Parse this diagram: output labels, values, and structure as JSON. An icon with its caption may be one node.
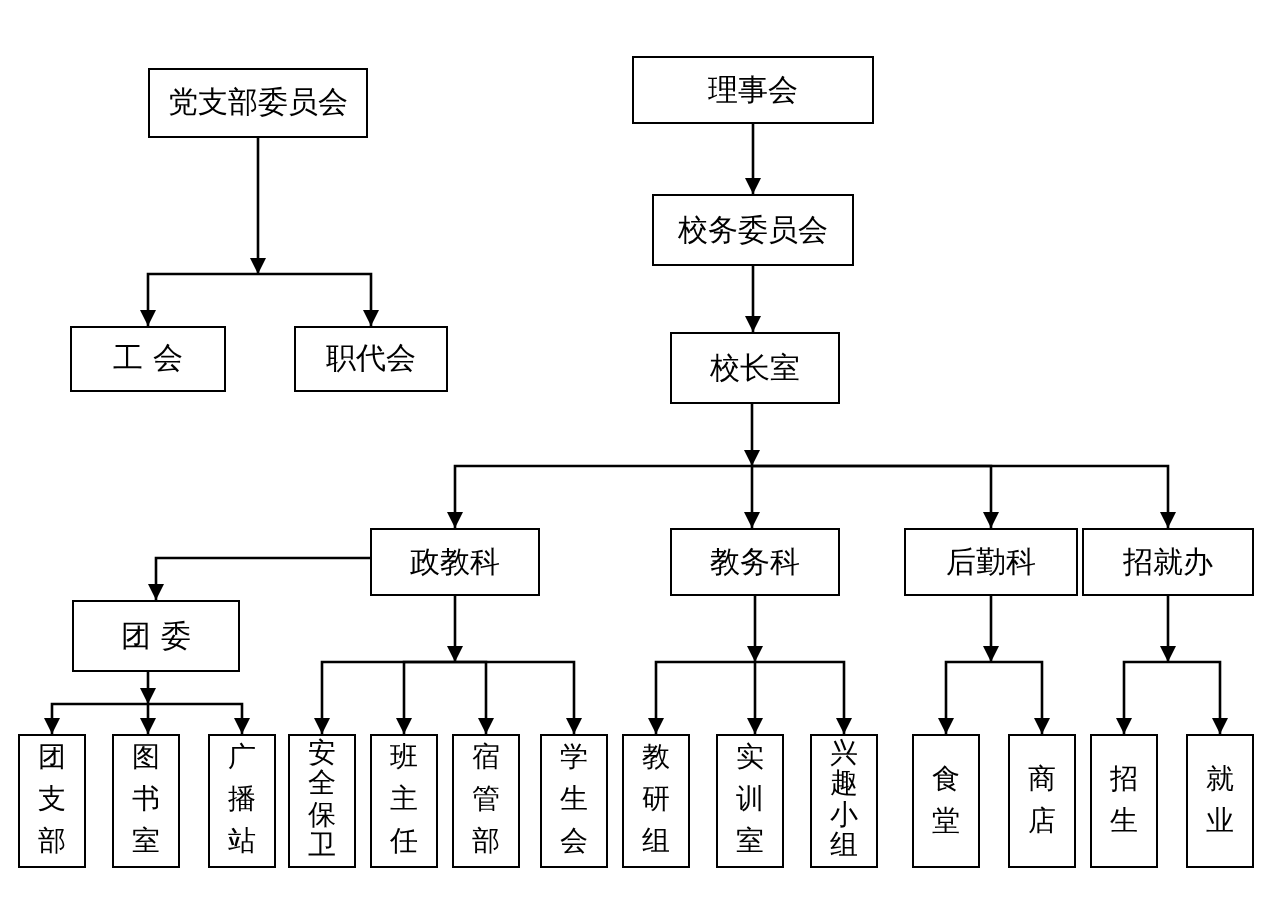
{
  "diagram": {
    "nodes": [
      {
        "text": [
          "党支部委员会"
        ]
      },
      {
        "text": [
          "工 会"
        ]
      },
      {
        "text": [
          "职代会"
        ]
      },
      {
        "text": [
          "理事会"
        ]
      },
      {
        "text": [
          "校务委员会"
        ]
      },
      {
        "text": [
          "校长室"
        ]
      },
      {
        "text": [
          "政教科"
        ]
      },
      {
        "text": [
          "教务科"
        ]
      },
      {
        "text": [
          "后勤科"
        ]
      },
      {
        "text": [
          "招就办"
        ]
      },
      {
        "text": [
          "团 委"
        ]
      },
      {
        "text": [
          "团支部"
        ]
      },
      {
        "text": [
          "图书室"
        ]
      },
      {
        "text": [
          "广播站"
        ]
      },
      {
        "text": [
          "安全保卫"
        ]
      },
      {
        "text": [
          "班主任"
        ]
      },
      {
        "text": [
          "宿管部"
        ]
      },
      {
        "text": [
          "学生会"
        ]
      },
      {
        "text": [
          "教研组"
        ]
      },
      {
        "text": [
          "实训室"
        ]
      },
      {
        "text": [
          "兴趣小组"
        ]
      },
      {
        "text": [
          "食堂"
        ]
      },
      {
        "text": [
          "商店"
        ]
      },
      {
        "text": [
          "招生"
        ]
      },
      {
        "text": [
          "就业"
        ]
      }
    ],
    "edges": [
      {
        "from": 0,
        "to": 1,
        "arrow": "to"
      },
      {
        "from": 0,
        "to": 2,
        "arrow": "to"
      },
      {
        "from": 3,
        "to": 4,
        "arrow": "to"
      },
      {
        "from": 4,
        "to": 5,
        "arrow": "to"
      },
      {
        "from": 5,
        "to": 6,
        "arrow": "to"
      },
      {
        "from": 5,
        "to": 7,
        "arrow": "to"
      },
      {
        "from": 5,
        "to": 8,
        "arrow": "to"
      },
      {
        "from": 5,
        "to": 9,
        "arrow": "to"
      },
      {
        "from": 6,
        "to": 10,
        "arrow": "to"
      },
      {
        "from": 10,
        "to": 11,
        "arrow": "to"
      },
      {
        "from": 10,
        "to": 12,
        "arrow": "to"
      },
      {
        "from": 10,
        "to": 13,
        "arrow": "to"
      },
      {
        "from": 6,
        "to": 14,
        "arrow": "to"
      },
      {
        "from": 6,
        "to": 15,
        "arrow": "to"
      },
      {
        "from": 6,
        "to": 16,
        "arrow": "to"
      },
      {
        "from": 6,
        "to": 17,
        "arrow": "to"
      },
      {
        "from": 7,
        "to": 18,
        "arrow": "to"
      },
      {
        "from": 7,
        "to": 19,
        "arrow": "to"
      },
      {
        "from": 7,
        "to": 20,
        "arrow": "to"
      },
      {
        "from": 8,
        "to": 21,
        "arrow": "to"
      },
      {
        "from": 8,
        "to": 22,
        "arrow": "to"
      },
      {
        "from": 9,
        "to": 23,
        "arrow": "to"
      },
      {
        "from": 9,
        "to": 24,
        "arrow": "to"
      }
    ]
  }
}
